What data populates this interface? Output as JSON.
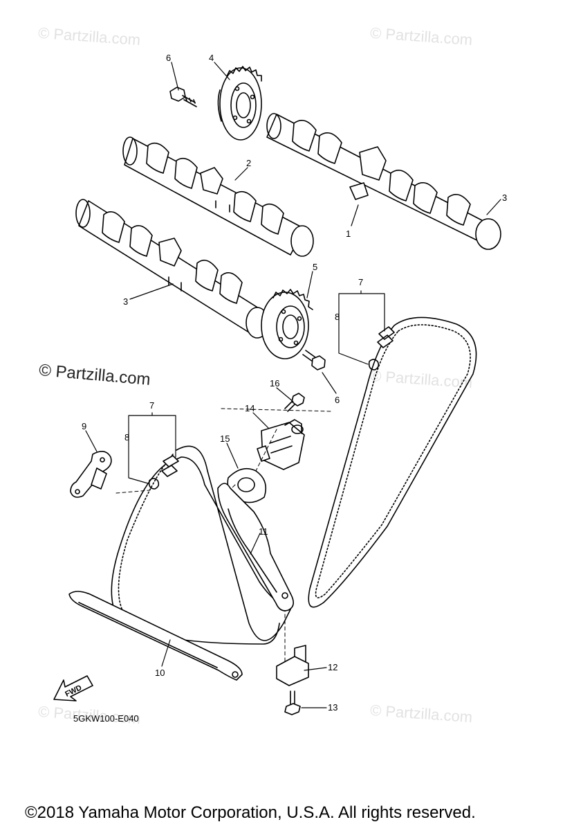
{
  "watermark_text": "© Partzilla.com",
  "callouts": [
    "1",
    "2",
    "3",
    "3",
    "4",
    "5",
    "6",
    "6",
    "7",
    "7",
    "8",
    "8",
    "9",
    "10",
    "11",
    "12",
    "13",
    "14",
    "15",
    "16"
  ],
  "fwd_label": "FWD",
  "diagram_code": "5GKW100-E040",
  "copyright": "©2018 Yamaha Motor Corporation, U.S.A. All rights reserved.",
  "colors": {
    "line": "#000000",
    "watermark": "#e2e2e2",
    "background": "#ffffff"
  }
}
